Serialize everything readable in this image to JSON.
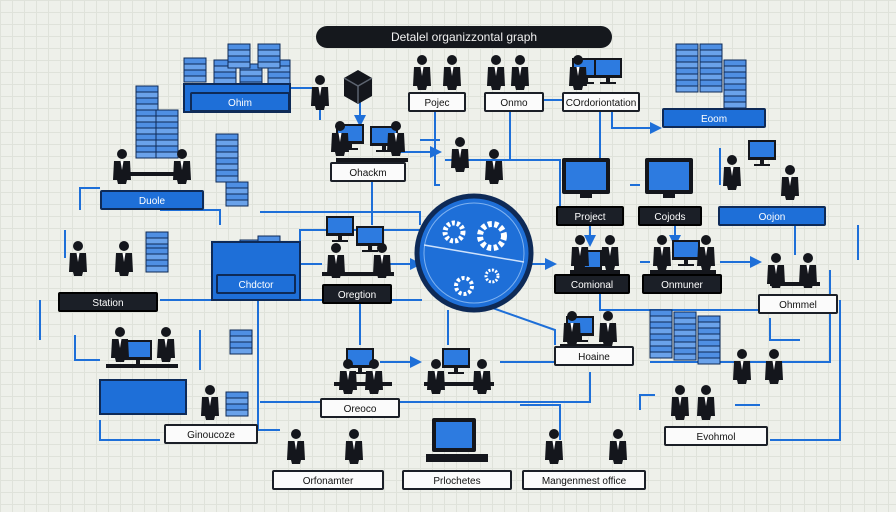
{
  "title": "Detalel organizzontal graph",
  "colors": {
    "accent": "#1e6fd8",
    "dark": "#1b1f27",
    "line": "#1e6fd8",
    "figure": "#14161c"
  },
  "hub_icon": "gears-icon",
  "nodes": {
    "ohim": "Ohim",
    "pojec": "Pojec",
    "onmo": "Onmo",
    "coorientation": "COrdoriontation",
    "eoom": "Eoom",
    "ohackm": "Ohackm",
    "duole": "Duole",
    "project": "Project",
    "cojods": "Cojods",
    "oojon": "Oojon",
    "chdctor": "Chdctor",
    "oregtion": "Oregtion",
    "comional": "Comional",
    "onmuner": "Onmuner",
    "ohmmel": "Ohmmel",
    "station": "Station",
    "hoaine": "Hoaine",
    "oreoco": "Oreoco",
    "ginoucoze": "Ginoucoze",
    "evohmol": "Evohmol",
    "orfonamter": "Orfonamter",
    "prlochetes": "Prlochetes",
    "management_office": "Mangenmest office"
  }
}
